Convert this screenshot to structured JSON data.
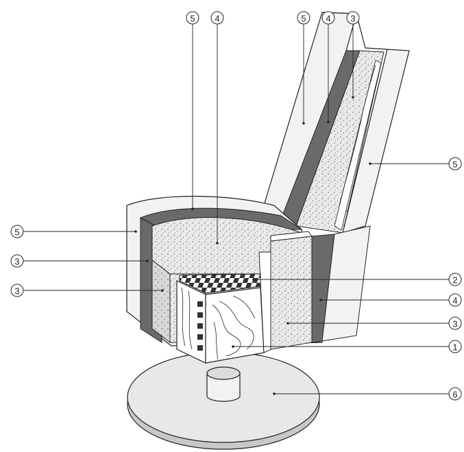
{
  "diagram": {
    "colors": {
      "outline": "#222222",
      "shell": "#f2f2f2",
      "shell_shade": "#dcdcdc",
      "dark_layer": "#6a6a6a",
      "foam": "#e9e9e9",
      "foam_dark": "#d6d6d6",
      "wood": "#ffffff",
      "base": "#e8e8e8",
      "base_side": "#c8c8c8"
    },
    "callouts": [
      {
        "id": "c-top-5a",
        "text": "5"
      },
      {
        "id": "c-top-4a",
        "text": "4"
      },
      {
        "id": "c-top-5b",
        "text": "5"
      },
      {
        "id": "c-top-4b",
        "text": "4"
      },
      {
        "id": "c-top-3",
        "text": "3"
      },
      {
        "id": "c-right-5",
        "text": "5"
      },
      {
        "id": "c-left-5",
        "text": "5"
      },
      {
        "id": "c-left-3a",
        "text": "3"
      },
      {
        "id": "c-left-3b",
        "text": "3"
      },
      {
        "id": "c-right-2",
        "text": "2"
      },
      {
        "id": "c-right-4",
        "text": "4"
      },
      {
        "id": "c-right-3",
        "text": "3"
      },
      {
        "id": "c-right-1",
        "text": "1"
      },
      {
        "id": "c-right-6",
        "text": "6"
      }
    ]
  }
}
